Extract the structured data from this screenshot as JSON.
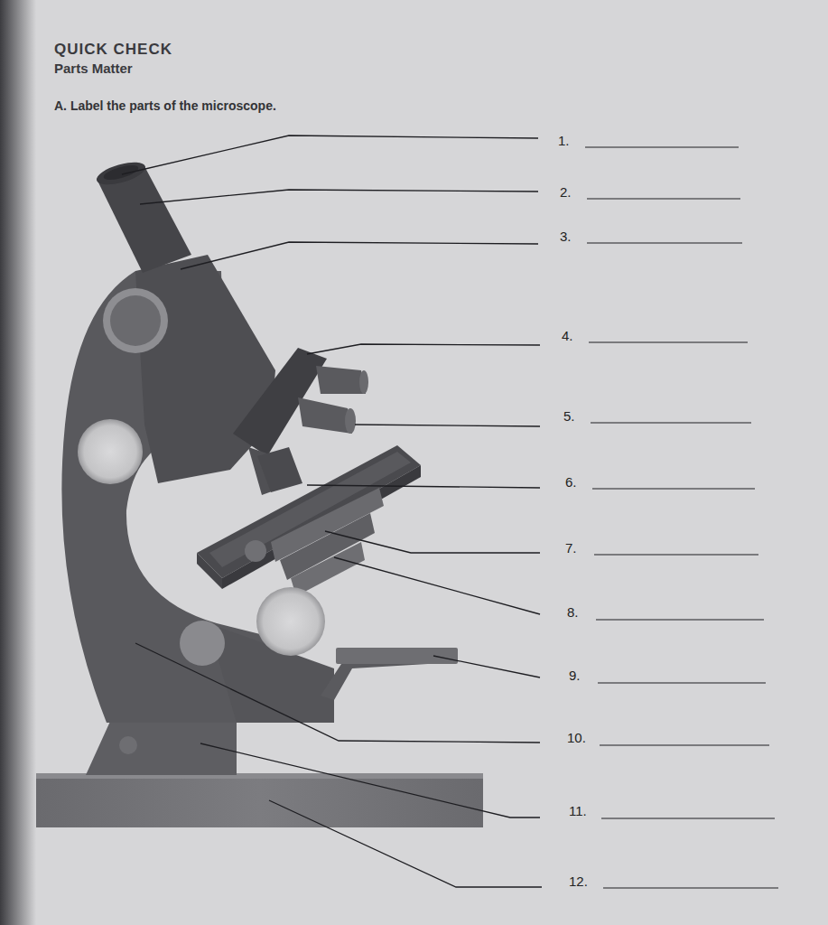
{
  "diagram": {
    "title": "QUICK CHECK",
    "labels": [
      "Parts Matter",
      "A. Label the parts of the microscope.",
      "1.",
      "2.",
      "3.",
      "4.",
      "5.",
      "6.",
      "7.",
      "8.",
      "9.",
      "10.",
      "11.",
      "12."
    ]
  }
}
